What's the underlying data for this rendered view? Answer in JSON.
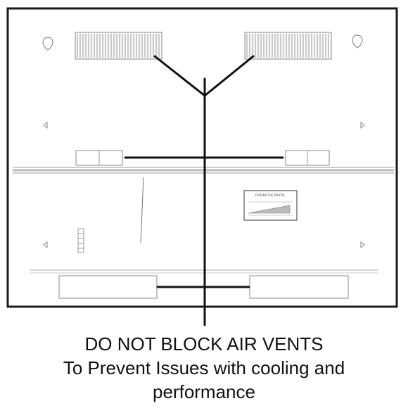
{
  "caption": {
    "line1": "DO NOT BLOCK AIR VENTS",
    "line2": "To Prevent Issues with cooling and",
    "line3": "performance"
  },
  "panel_label": {
    "title": "FROZEN THE DIGITAL"
  },
  "colors": {
    "outline": "#1a1a1a",
    "pointer": "#111111",
    "vent_fill": "#d9d9d9",
    "light_line": "#9a9a9a"
  }
}
